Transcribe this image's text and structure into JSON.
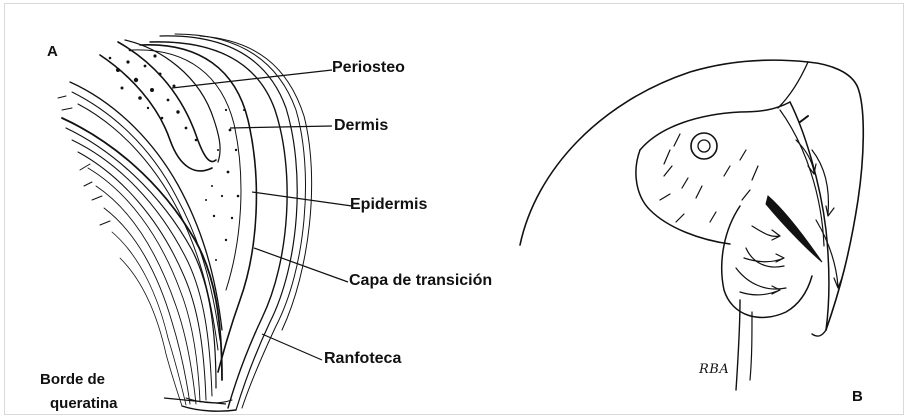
{
  "figure": {
    "panel_a_letter": "A",
    "panel_b_letter": "B",
    "labels": {
      "periosteo": "Periosteo",
      "dermis": "Dermis",
      "epidermis": "Epidermis",
      "capa_transicion": "Capa de transición",
      "ranfoteca": "Ranfoteca",
      "borde_line1": "Borde de",
      "borde_line2": "queratina"
    },
    "signature": "RBA"
  },
  "colors": {
    "ink": "#111111",
    "frame_border": "#d9d9d9",
    "background": "#ffffff"
  }
}
